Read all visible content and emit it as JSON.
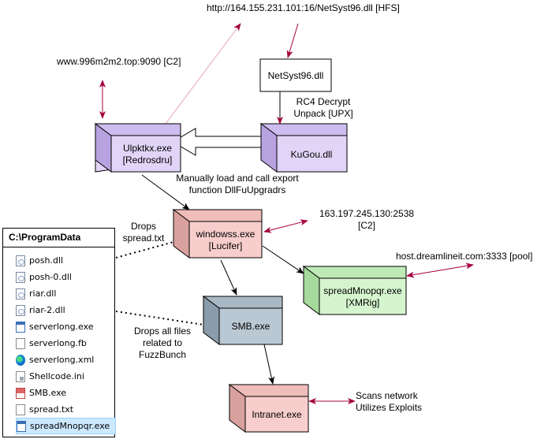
{
  "nodes": {
    "netsyst_dll": "NetSyst96.dll",
    "ulpktkx": [
      "Ulpktkx.exe",
      "[Redrosdru]"
    ],
    "kugou": "KuGou.dll",
    "windowss": [
      "windowss.exe",
      "[Lucifer]"
    ],
    "spread_exe": [
      "spreadMnopqr.exe",
      "[XMRig]"
    ],
    "smb": "SMB.exe",
    "intranet": "Intranet.exe"
  },
  "labels": {
    "hfs_url": "http://164.155.231.101:16/NetSyst96.dll [HFS]",
    "c2_top": "www.996m2m2.top:9090 [C2]",
    "rc4": [
      "RC4 Decrypt",
      "Unpack [UPX]"
    ],
    "manual_load": [
      "Manually load and call export",
      "function DllFuUpgradrs"
    ],
    "drops_spread": [
      "Drops",
      "spread.txt"
    ],
    "c2_ip": [
      "163.197.245.130:2538",
      "[C2]"
    ],
    "pool": "host.dreamlineit.com:3333 [pool]",
    "drops_all": [
      "Drops all files",
      "related to",
      "FuzzBunch"
    ],
    "scans": [
      "Scans network",
      "Utilizes Exploits"
    ]
  },
  "panel": {
    "title": "C:\\ProgramData",
    "files": [
      {
        "name": "posh.dll",
        "icon": "dll-icon"
      },
      {
        "name": "posh-0.dll",
        "icon": "dll-icon"
      },
      {
        "name": "riar.dll",
        "icon": "dll-icon"
      },
      {
        "name": "riar-2.dll",
        "icon": "dll-icon"
      },
      {
        "name": "serverlong.exe",
        "icon": "exe-icon"
      },
      {
        "name": "serverlong.fb",
        "icon": "file-icon"
      },
      {
        "name": "serverlong.xml",
        "icon": "edge-icon"
      },
      {
        "name": "Shellcode.ini",
        "icon": "ini-icon"
      },
      {
        "name": "SMB.exe",
        "icon": "smb-exe-icon"
      },
      {
        "name": "spread.txt",
        "icon": "file-icon"
      },
      {
        "name": "spreadMnopqr.exe",
        "icon": "exe-icon"
      }
    ],
    "selected_index": 10
  },
  "colors": {
    "purple_front": "#e1d5f7",
    "purple_side": "#b8a2e0",
    "red_front": "#f8cecc",
    "red_side": "#d9a19e",
    "green_front": "#d5f5cf",
    "green_side": "#a6d99c",
    "gray_front": "#bac8d3",
    "gray_side": "#8a9cab",
    "arrow_dark_red": "#a50040"
  }
}
